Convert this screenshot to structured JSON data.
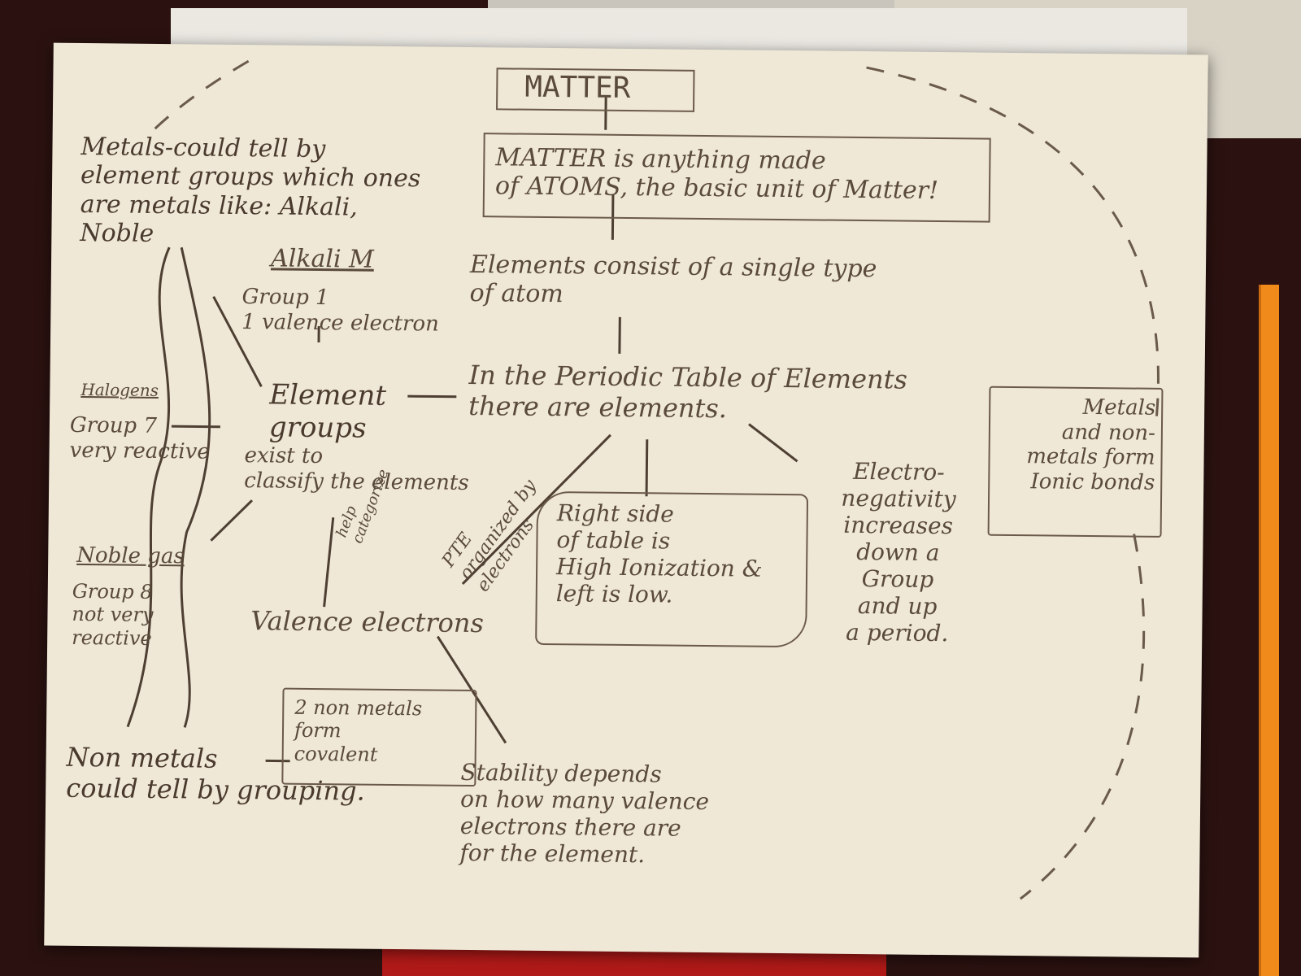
{
  "colors": {
    "paper": "#efe8d6",
    "ink": "#5a4a3c",
    "background": "#2b1210",
    "pencil": "#f08a1a"
  },
  "nodes": {
    "matter_title": "MATTER",
    "matter_def": "MATTER is anything made\nof ATOMS, the basic unit of Matter!",
    "elements_def": "Elements consist of a single type\nof atom",
    "pte": "In the Periodic Table of Elements\nthere are elements.",
    "element_groups": "Element\ngroups",
    "exist_to": "exist to\nclassify the elements",
    "alkali": "Alkali M",
    "alkali_desc": "Group 1\n1 valence electron",
    "metals": "Metals-could tell by\nelement groups which ones\nare metals like: Alkali,\nNoble",
    "halogens": "Halogens",
    "halogens_desc": "Group 7\nvery reactive",
    "noble": "Noble gas",
    "noble_desc": "Group 8\nnot very\nreactive",
    "nonmetals": "Non metals\ncould tell by grouping.",
    "covalent": "2 non metals\nform\ncovalent",
    "valence": "Valence electrons",
    "help_categorize": "help\ncategorize",
    "pte_organized": "PTE\norganized by\nelectrons",
    "ionization": "Right side\nof table is\nHigh Ionization &\nleft is low.",
    "electronegativity": "Electro-\nnegativity\nincreases\ndown a\nGroup\nand up\na period.",
    "stability": "Stability depends\non how many valence\nelectrons there are\nfor the element.",
    "ionic": "Metals\nand non-\nmetals form\nIonic bonds"
  }
}
